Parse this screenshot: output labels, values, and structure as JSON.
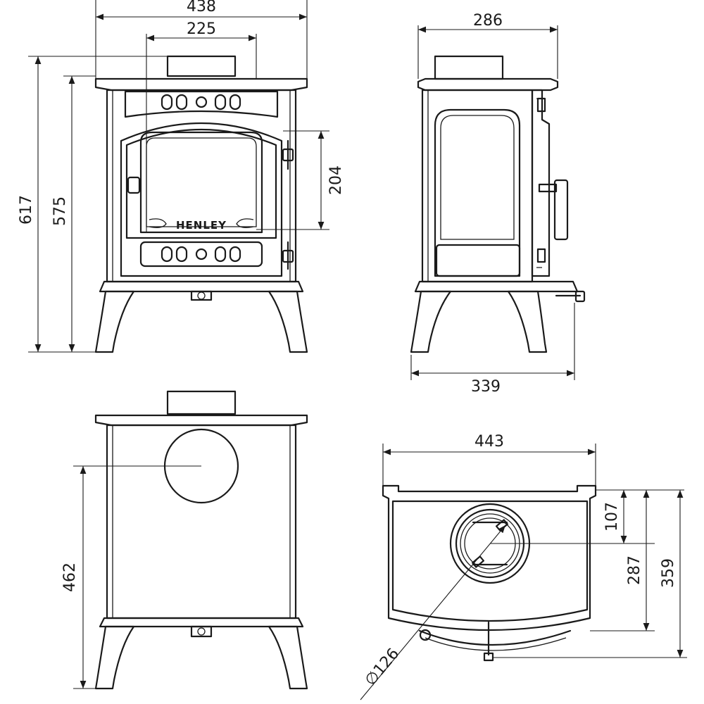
{
  "brand": "HENLEY",
  "dimensions": {
    "front_width": "438",
    "flue_width": "225",
    "overall_height": "617",
    "top_height": "575",
    "door_height": "204",
    "side_depth_top": "286",
    "side_depth_base": "339",
    "rear_flue_height": "462",
    "top_view_width": "443",
    "flue_offset": "107",
    "flue_centre_depth": "287",
    "overall_depth": "359",
    "flue_diameter": "∅126"
  }
}
